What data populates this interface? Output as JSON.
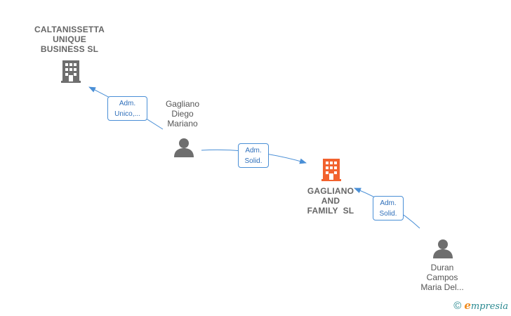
{
  "nodes": {
    "caltanissetta": {
      "label_lines": [
        "CALTANISSETTA",
        "UNIQUE",
        "BUSINESS SL"
      ],
      "icon": "building-icon",
      "color": "#6e6e6e"
    },
    "gagliano_family": {
      "label_lines": [
        "GAGLIANO",
        "AND",
        "FAMILY  SL"
      ],
      "icon": "building-icon",
      "color": "#f2622e"
    },
    "gagliano_diego": {
      "label_lines": [
        "Gagliano",
        "Diego",
        "Mariano"
      ],
      "icon": "person-icon",
      "color": "#6e6e6e"
    },
    "duran_campos": {
      "label_lines": [
        "Duran",
        "Campos",
        "Maria Del..."
      ],
      "icon": "person-icon",
      "color": "#6e6e6e"
    }
  },
  "edges": [
    {
      "from": "gagliano_diego",
      "to": "caltanissetta",
      "label_lines": [
        "Adm.",
        "Unico,..."
      ]
    },
    {
      "from": "gagliano_diego",
      "to": "gagliano_family",
      "label_lines": [
        "Adm.",
        "Solid."
      ]
    },
    {
      "from": "duran_campos",
      "to": "gagliano_family",
      "label_lines": [
        "Adm.",
        "Solid."
      ]
    }
  ],
  "footer": {
    "copyright_symbol": "©",
    "brand_initial": "e",
    "brand_rest": "mpresia"
  },
  "colors": {
    "edge": "#4a8fd6",
    "edge_label_text": "#2f6fba"
  }
}
